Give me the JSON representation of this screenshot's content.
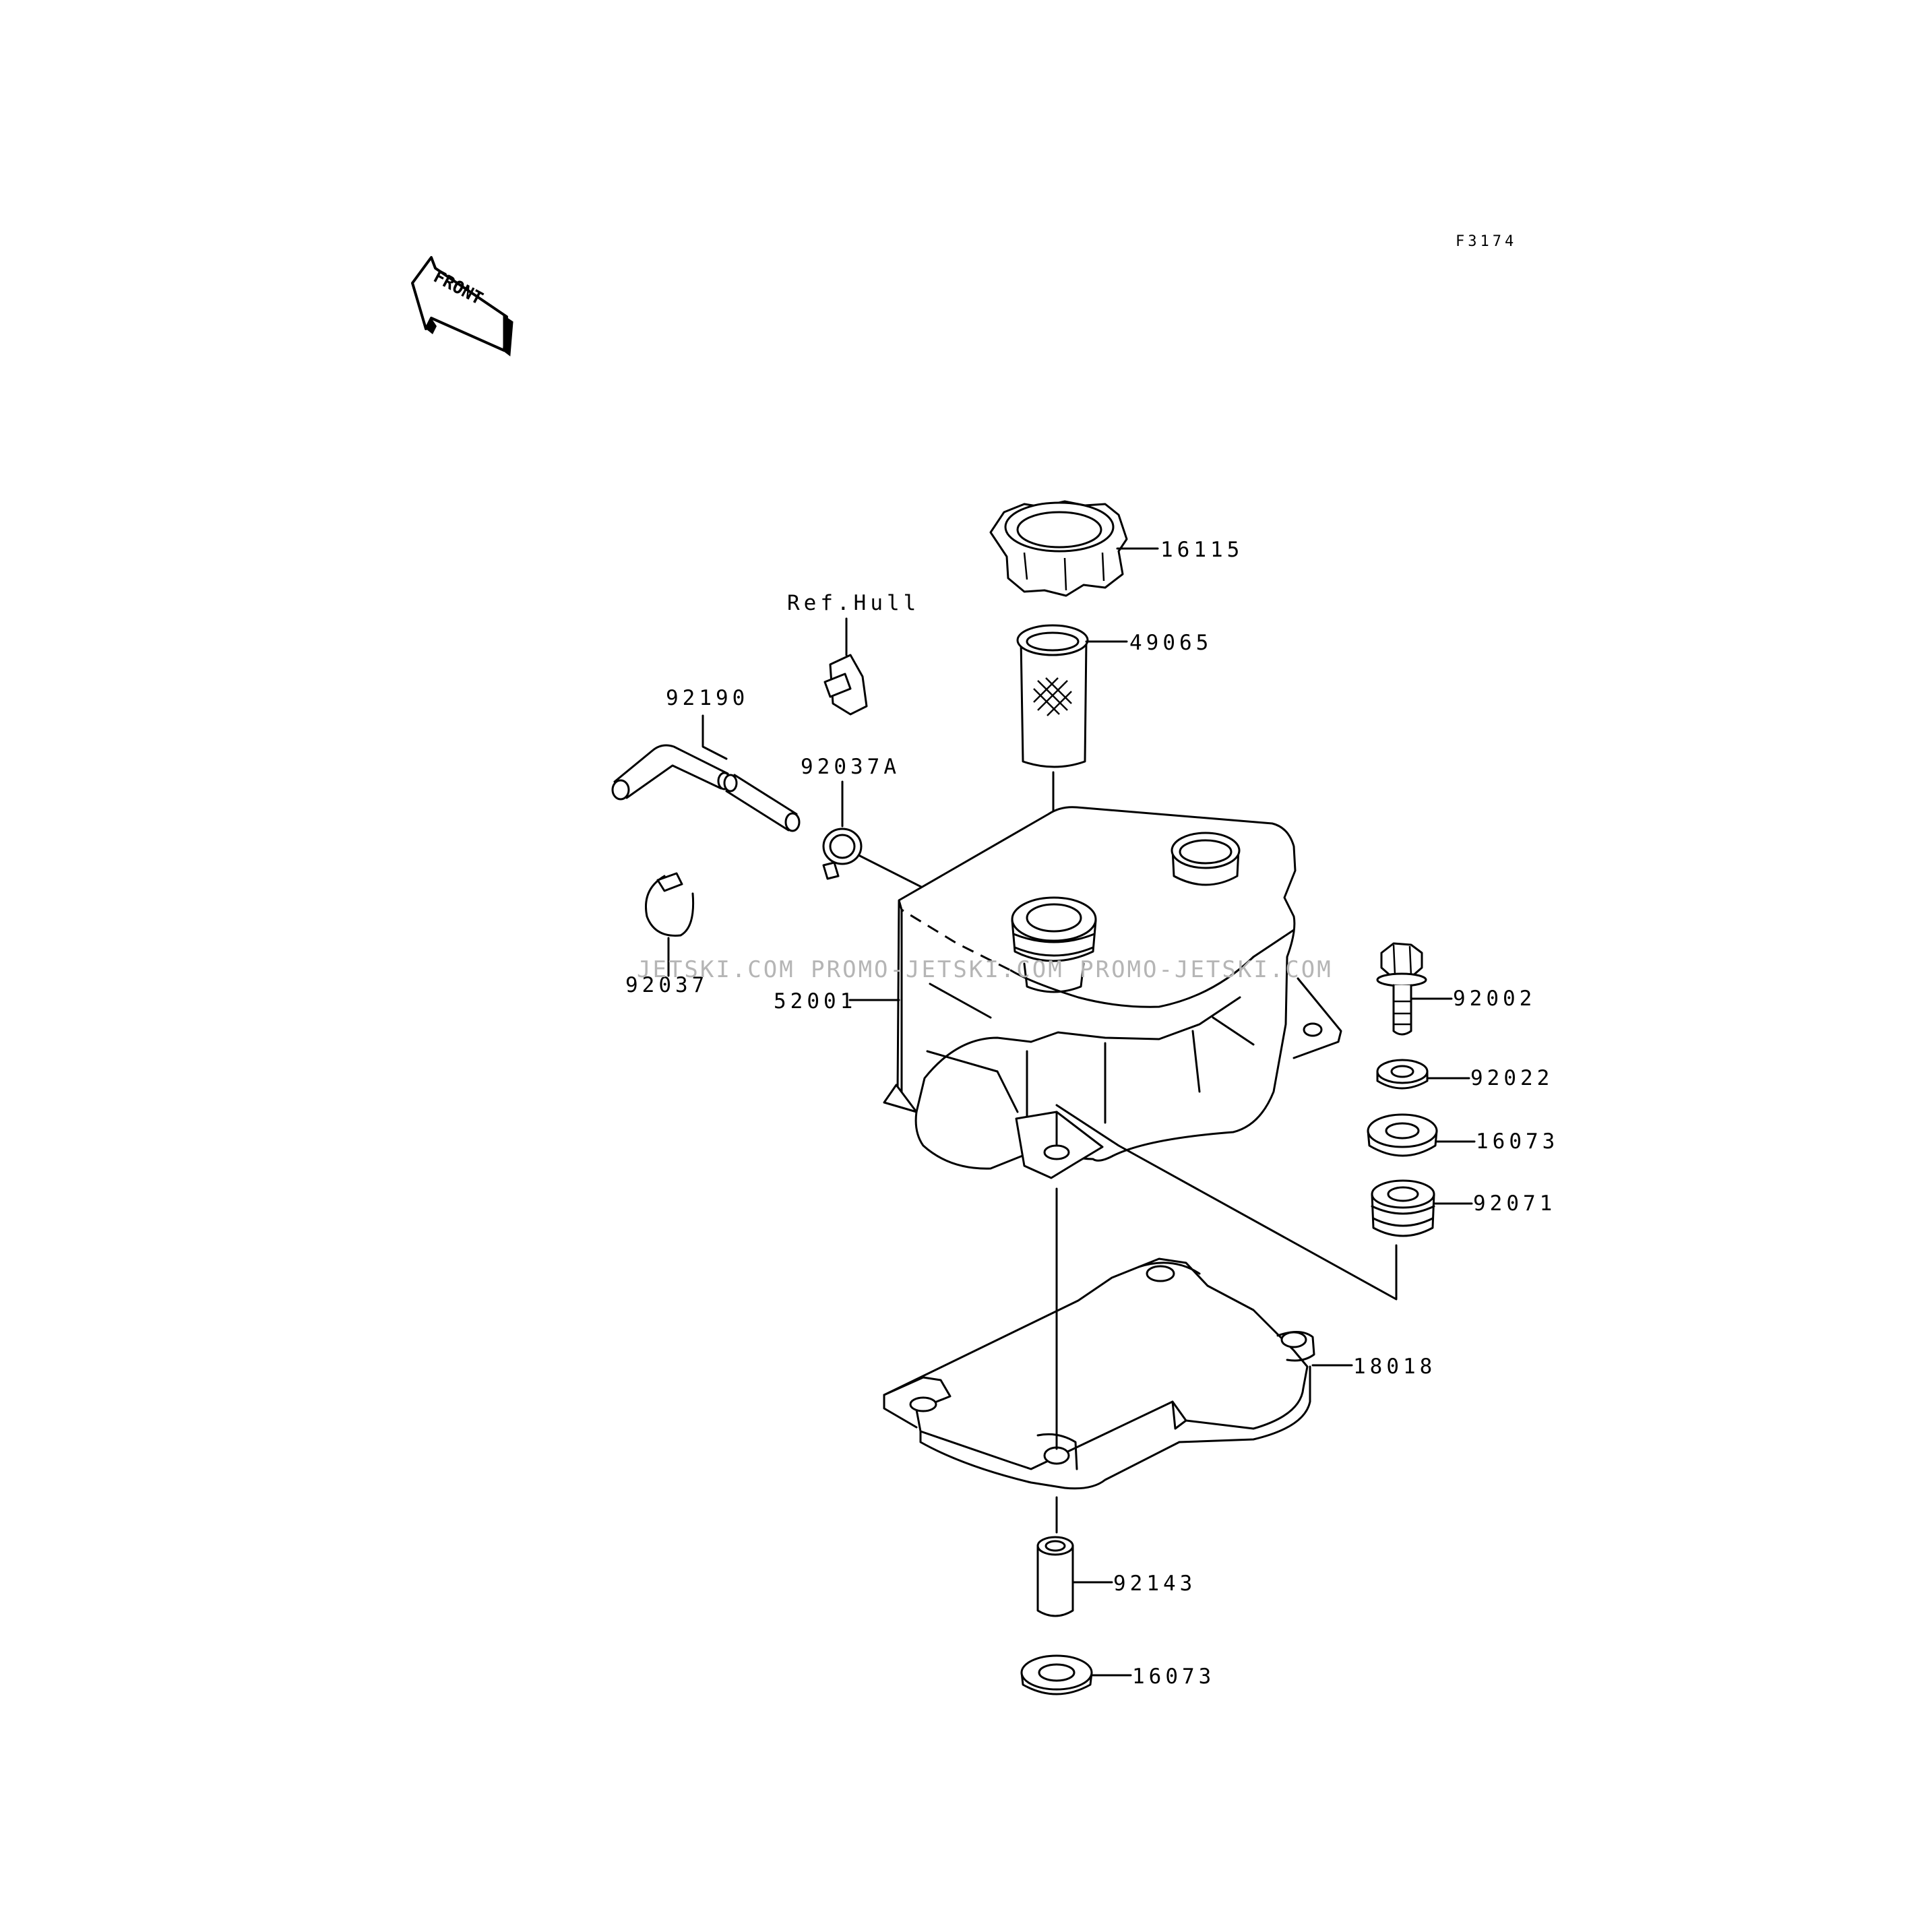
{
  "figure_code": "F3174",
  "front_arrow": {
    "text": "FRONT",
    "icon": "front-direction-arrow-icon"
  },
  "reference": "Ref.Hull",
  "watermark": "JETSKI.COM  PROMO-JETSKI.COM  PROMO-JETSKI.COM",
  "parts": {
    "cap": "16115",
    "filter": "49065",
    "hose": "92190",
    "clamp_a": "92037A",
    "clamp": "92037",
    "tank": "52001",
    "bolt": "92002",
    "washer": "92022",
    "damper_top": "16073",
    "grommet": "92071",
    "bracket": "18018",
    "collar": "92143",
    "damper_bottom": "16073"
  }
}
